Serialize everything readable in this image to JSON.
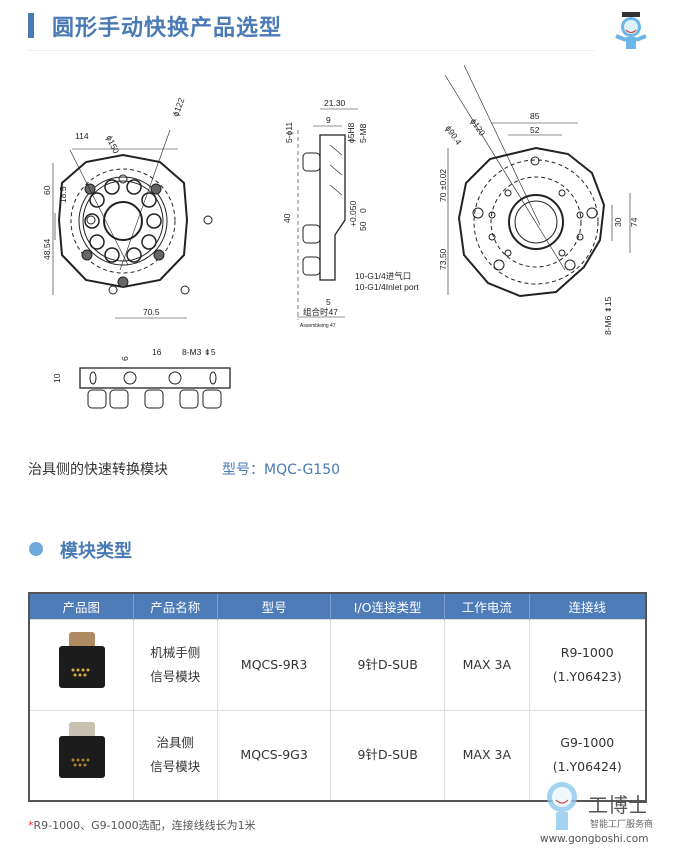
{
  "header": {
    "title": "圆形手动快换产品选型",
    "mascot_icon": "mascot-icon"
  },
  "drawing": {
    "front": {
      "d150": "ϕ150",
      "d122": "ϕ122",
      "w114": "114",
      "h60": "60",
      "h18_5": "18.5",
      "h48_54": "48.54",
      "w70_5": "70.5"
    },
    "side": {
      "w21_30": "21.30",
      "w9": "9",
      "d11": "5-ϕ11",
      "d5h8": "ϕ5H8",
      "m8": "5-M8",
      "h40": "40",
      "tol": "+0.050",
      "tol0": "0",
      "d50": "50",
      "port_cn": "10-G1/4进气口",
      "port_en": "10-G1/4Inlet port",
      "w5": "5",
      "asm_cn": "组合时47",
      "asm_en": "Assembleing 47"
    },
    "back": {
      "d120": "ϕ120",
      "d90_4": "ϕ90.4",
      "w85": "85",
      "w52": "52",
      "h70": "70 ±0.02",
      "h73_50": "73.50",
      "h30": "30",
      "h74": "74",
      "m6": "8-M6 ⇟15"
    },
    "bottom": {
      "h10": "10",
      "w6": "6",
      "w16": "16",
      "m3": "8-M3 ⇟5"
    }
  },
  "caption": "治具侧的快速转换模块",
  "model": "型号：MQC-G150",
  "section_title": "模块类型",
  "table": {
    "headers": [
      "产品图",
      "产品名称",
      "型号",
      "I/O连接类型",
      "工作电流",
      "连接线"
    ],
    "rows": [
      {
        "name1": "机械手侧",
        "name2": "信号模块",
        "model": "MQCS-9R3",
        "io": "9针D-SUB",
        "current": "MAX 3A",
        "cable1": "R9-1000",
        "cable2": "(1.Y06423)"
      },
      {
        "name1": "治具侧",
        "name2": "信号模块",
        "model": "MQCS-9G3",
        "io": "9针D-SUB",
        "current": "MAX 3A",
        "cable1": "G9-1000",
        "cable2": "(1.Y06424)"
      }
    ]
  },
  "footnote": {
    "mark": "*",
    "text": "R9-1000、G9-1000选配，连接线线长为1米"
  },
  "watermark": {
    "brand": "工博士",
    "slogan": "智能工厂服务商",
    "url": "www.gongboshi.com"
  }
}
